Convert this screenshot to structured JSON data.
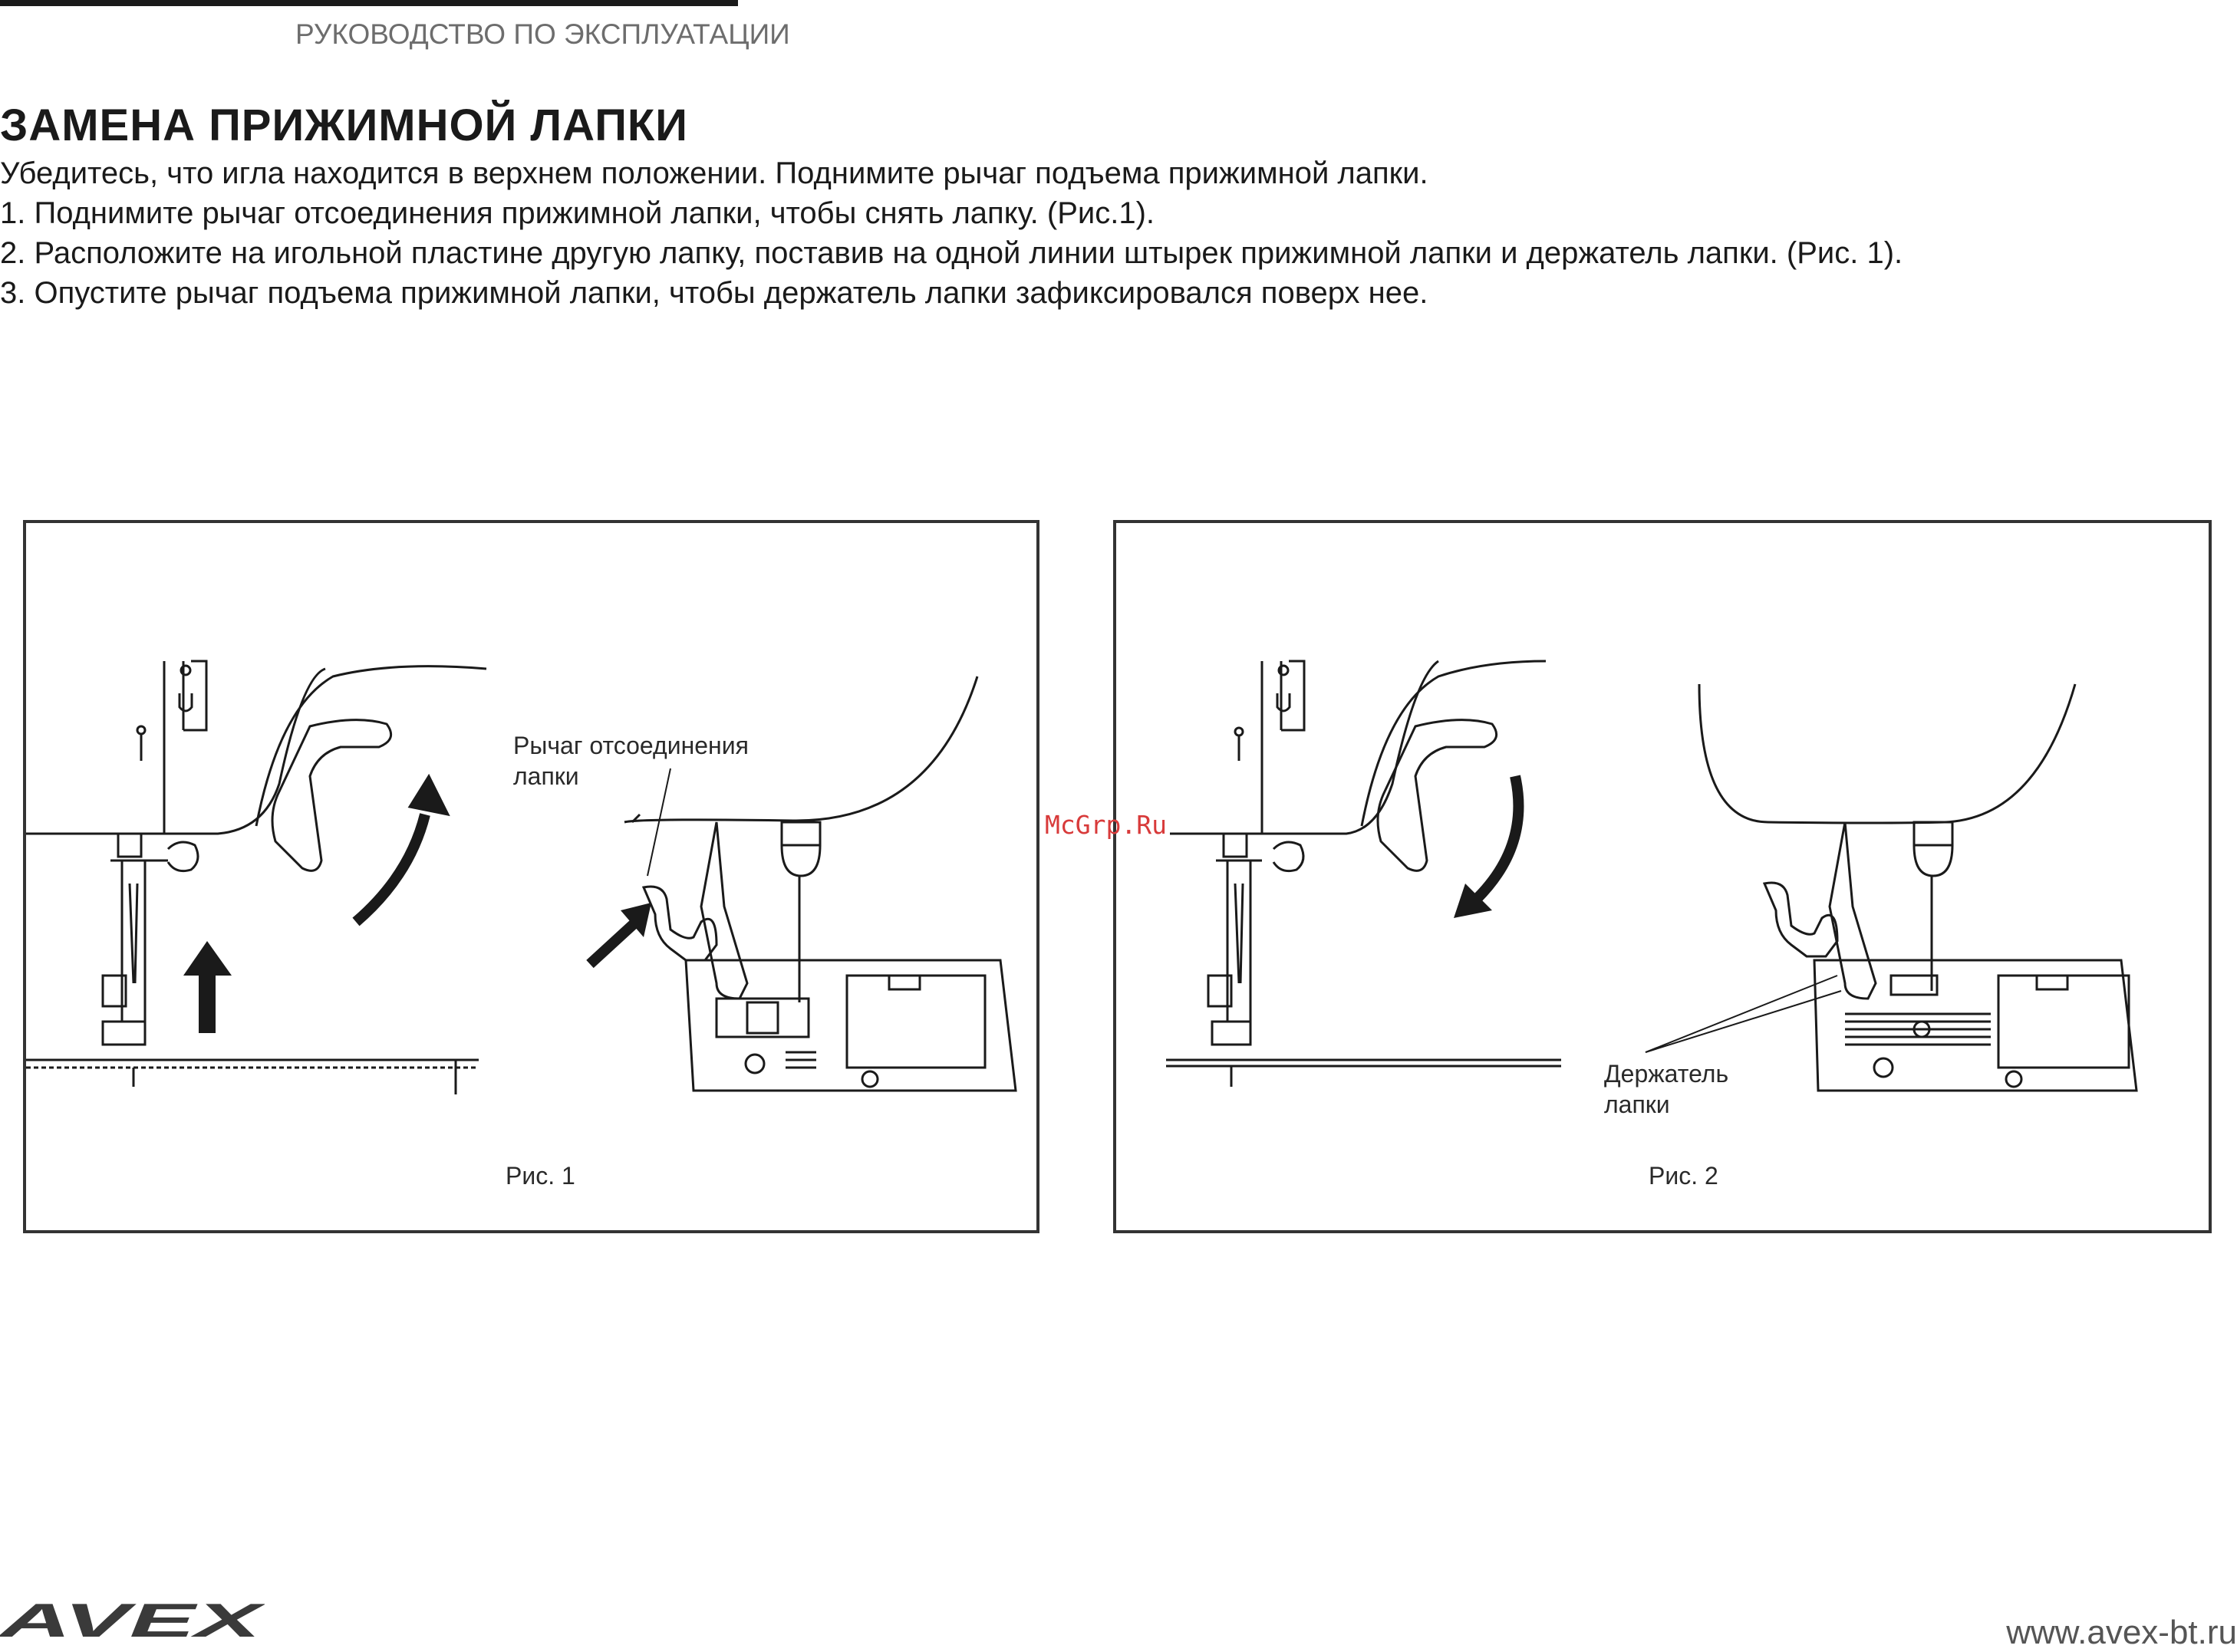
{
  "header": {
    "running_title": "РУКОВОДСТВО ПО ЭКСПЛУАТАЦИИ"
  },
  "section": {
    "title": "ЗАМЕНА ПРИЖИМНОЙ ЛАПКИ",
    "intro": "Убедитесь, что игла находится в верхнем положении. Поднимите рычаг подъема прижимной лапки.",
    "steps": [
      "1. Поднимите рычаг отсоединения прижимной лапки, чтобы снять лапку. (Рис.1).",
      "2. Расположите на игольной пластине другую лапку, поставив на одной линии штырек прижимной лапки и держатель лапки. (Рис. 1).",
      "3. Опустите рычаг подъема прижимной лапки, чтобы держатель лапки зафиксировался поверх нее."
    ]
  },
  "figures": [
    {
      "caption": "Рис. 1",
      "label_lines": [
        "Рычаг отсоединения",
        "лапки"
      ]
    },
    {
      "caption": "Рис. 2",
      "label_lines": [
        "Держатель",
        "лапки"
      ]
    }
  ],
  "watermark": "McGrp.Ru",
  "footer": {
    "logo_text": "AVEX",
    "website": "www.avex-bt.ru"
  }
}
